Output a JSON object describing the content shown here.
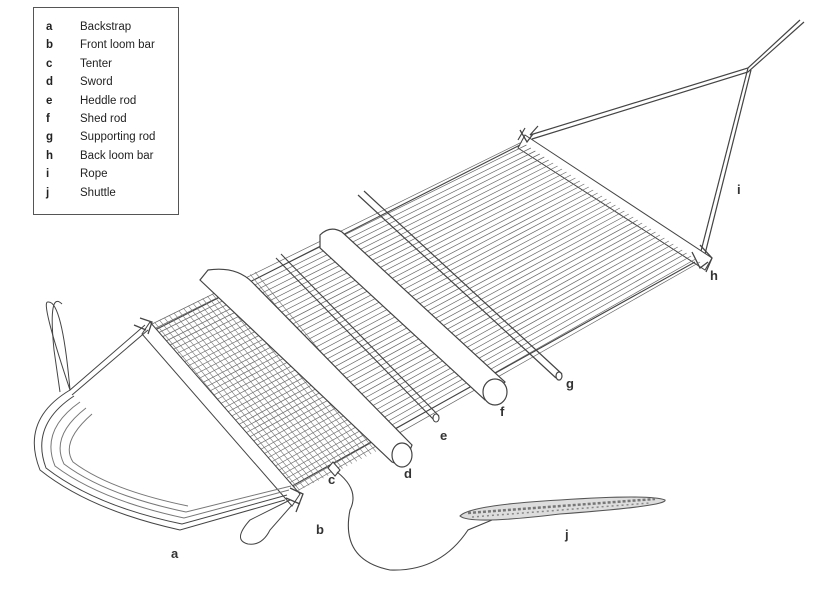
{
  "legend": [
    {
      "key": "a",
      "label": "Backstrap"
    },
    {
      "key": "b",
      "label": "Front loom bar"
    },
    {
      "key": "c",
      "label": "Tenter"
    },
    {
      "key": "d",
      "label": "Sword"
    },
    {
      "key": "e",
      "label": "Heddle rod"
    },
    {
      "key": "f",
      "label": "Shed rod"
    },
    {
      "key": "g",
      "label": "Supporting rod"
    },
    {
      "key": "h",
      "label": "Back loom bar"
    },
    {
      "key": "i",
      "label": "Rope"
    },
    {
      "key": "j",
      "label": "Shuttle"
    }
  ],
  "callouts": {
    "a": "a",
    "b": "b",
    "c": "c",
    "d": "d",
    "e": "e",
    "f": "f",
    "g": "g",
    "h": "h",
    "i": "i",
    "j": "j"
  },
  "colors": {
    "line": "#444444",
    "fill": "#ffffff",
    "shuttle": "#555555"
  }
}
